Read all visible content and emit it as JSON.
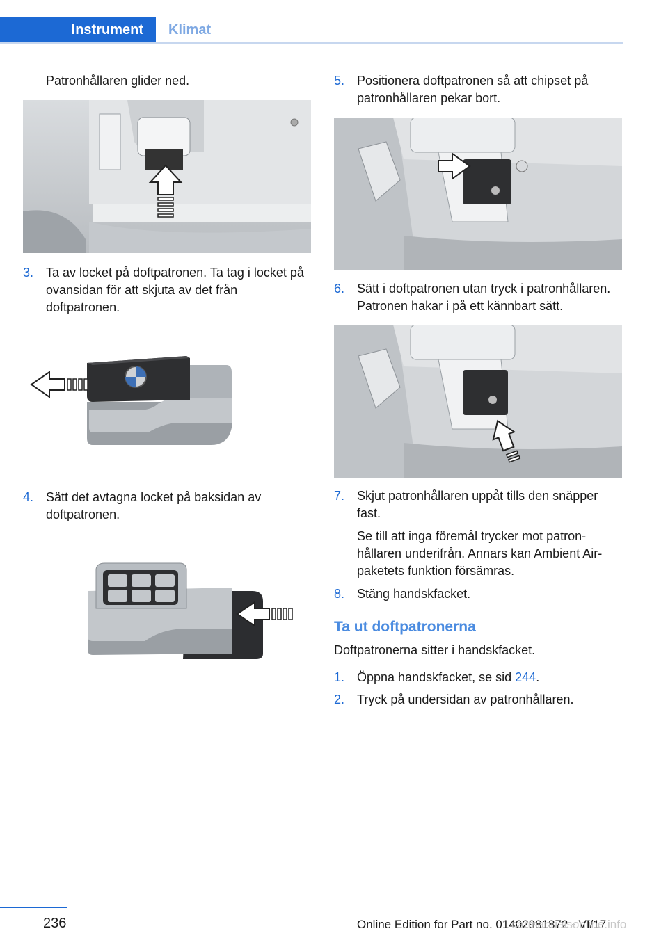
{
  "header": {
    "tab_active": "Instrument",
    "tab_inactive": "Klimat"
  },
  "left": {
    "intro": "Patronhållaren glider ned.",
    "steps": [
      {
        "num": "3.",
        "text": "Ta av locket på doftpatronen. Ta tag i locket på ovansidan för att skjuta av det från doftpatronen."
      },
      {
        "num": "4.",
        "text": "Sätt det avtagna locket på baksidan av doftpatronen."
      }
    ]
  },
  "right": {
    "steps": [
      {
        "num": "5.",
        "text": "Positionera doftpatronen så att chipset på patronhållaren pekar bort."
      },
      {
        "num": "6.",
        "text": "Sätt i doftpatronen utan tryck i patronhålla­ren. Patronen hakar i på ett kännbart sätt."
      },
      {
        "num": "7.",
        "text": "Skjut patronhållaren uppåt tills den snäp­per fast.",
        "note": "Se till att inga föremål trycker mot patron­hållaren underifrån. Annars kan Ambient Air-paketets funktion försämras."
      },
      {
        "num": "8.",
        "text": "Stäng handskfacket."
      }
    ],
    "section_title": "Ta ut doftpatronerna",
    "section_intro": "Doftpatronerna sitter i handskfacket.",
    "sub_steps": [
      {
        "num": "1.",
        "text_before": "Öppna handskfacket, se sid ",
        "link": "244",
        "text_after": "."
      },
      {
        "num": "2.",
        "text": "Tryck på undersidan av patronhållaren."
      }
    ]
  },
  "footer": {
    "page_number": "236",
    "edition": "Online Edition for Part no. 01402981872 - VI/17",
    "watermark": "carmanualsonline.info"
  }
}
